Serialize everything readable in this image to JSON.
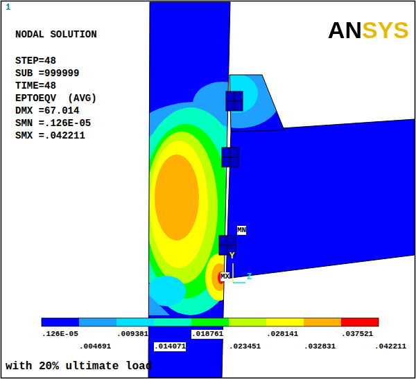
{
  "diagram": {
    "labels": [
      "1",
      "NODAL SOLUTION",
      "STEP=48",
      "SUB =999999",
      "TIME=48",
      "EPTOEQV  (AVG)",
      "DMX =67.014",
      "SMN =.126E-05",
      "SMX =.042211",
      "ANSYS",
      "MN",
      "Y",
      "MX",
      "Z",
      ".126E-05",
      ".009381",
      ".018761",
      ".028141",
      ".037521",
      ".004691",
      ".014071",
      ".023451",
      ".032831",
      ".042211",
      "with 20% ultimate load"
    ]
  }
}
